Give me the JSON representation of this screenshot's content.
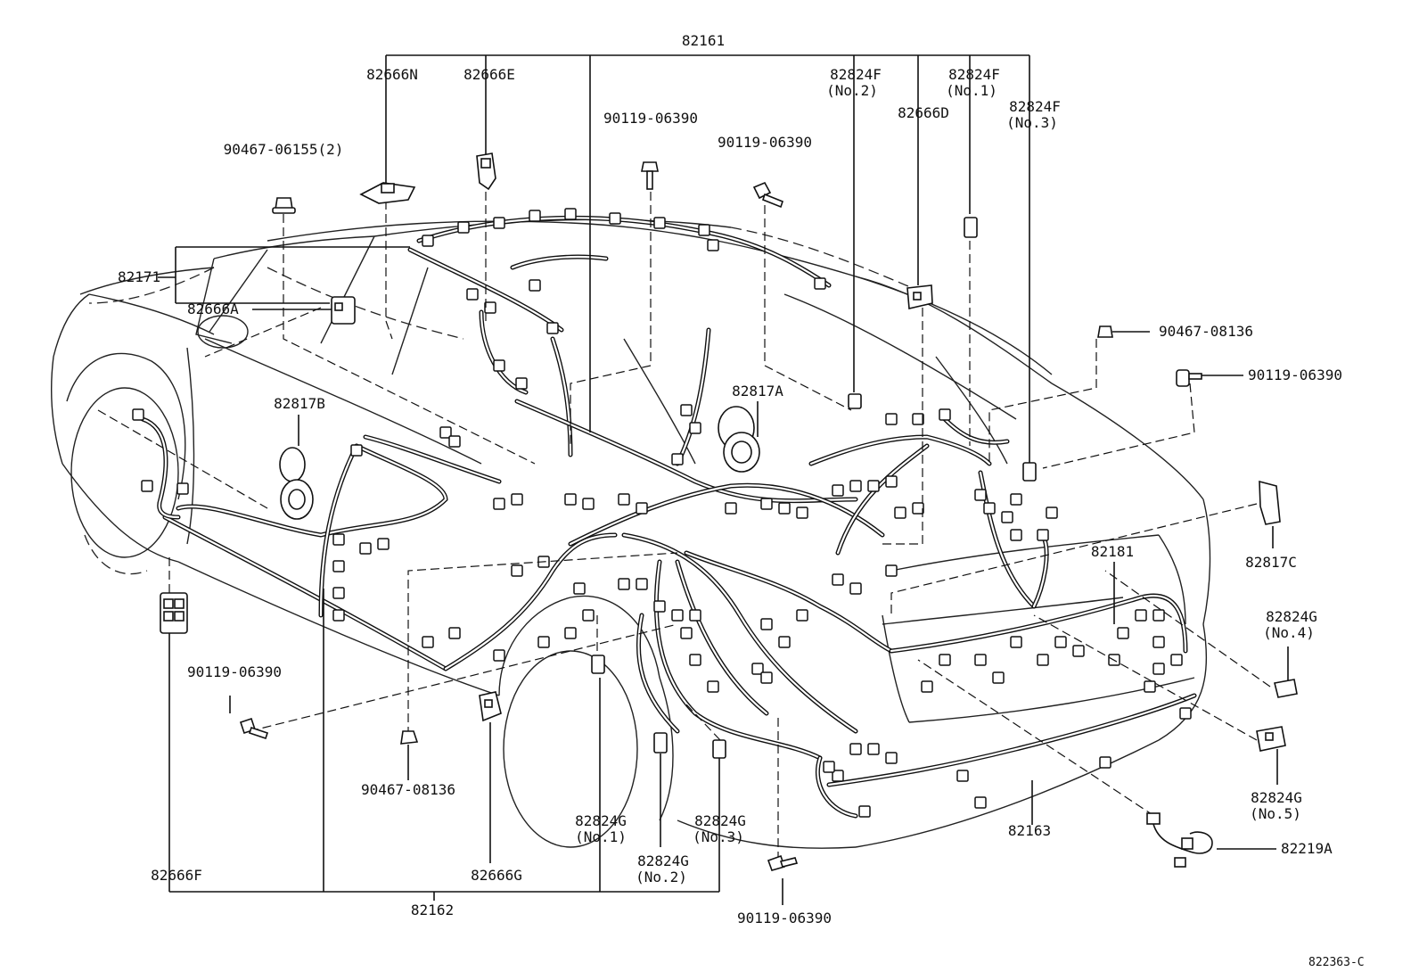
{
  "labels": {
    "p82161": "82161",
    "p82666N": "82666N",
    "p82666E": "82666E",
    "p90119_06390_a": "90119-06390",
    "p90119_06390_b": "90119-06390",
    "p82824F_no2": "82824F",
    "p82824F_no2_sub": "(No.2)",
    "p82824F_no1": "82824F",
    "p82824F_no1_sub": "(No.1)",
    "p82824F_no3": "82824F",
    "p82824F_no3_sub": "(No.3)",
    "p82666D": "82666D",
    "p90467_06155": "90467-06155(2)",
    "p82171": "82171",
    "p82666A": "82666A",
    "p90467_08136_a": "90467-08136",
    "p90119_06390_c": "90119-06390",
    "p82817B": "82817B",
    "p82817A": "82817A",
    "p82817C": "82817C",
    "p82181": "82181",
    "p82824G_no4": "82824G",
    "p82824G_no4_sub": "(No.4)",
    "p90119_06390_d": "90119-06390",
    "p82824G_no5": "82824G",
    "p82824G_no5_sub": "(No.5)",
    "p90467_08136_b": "90467-08136",
    "p82824G_no1": "82824G",
    "p82824G_no1_sub": "(No.1)",
    "p82824G_no3": "82824G",
    "p82824G_no3_sub": "(No.3)",
    "p82163": "82163",
    "p82219A": "82219A",
    "p82666F": "82666F",
    "p82666G": "82666G",
    "p82824G_no2": "82824G",
    "p82824G_no2_sub": "(No.2)",
    "p82162": "82162",
    "p90119_06390_e": "90119-06390",
    "drawing_id": "822363-C"
  }
}
